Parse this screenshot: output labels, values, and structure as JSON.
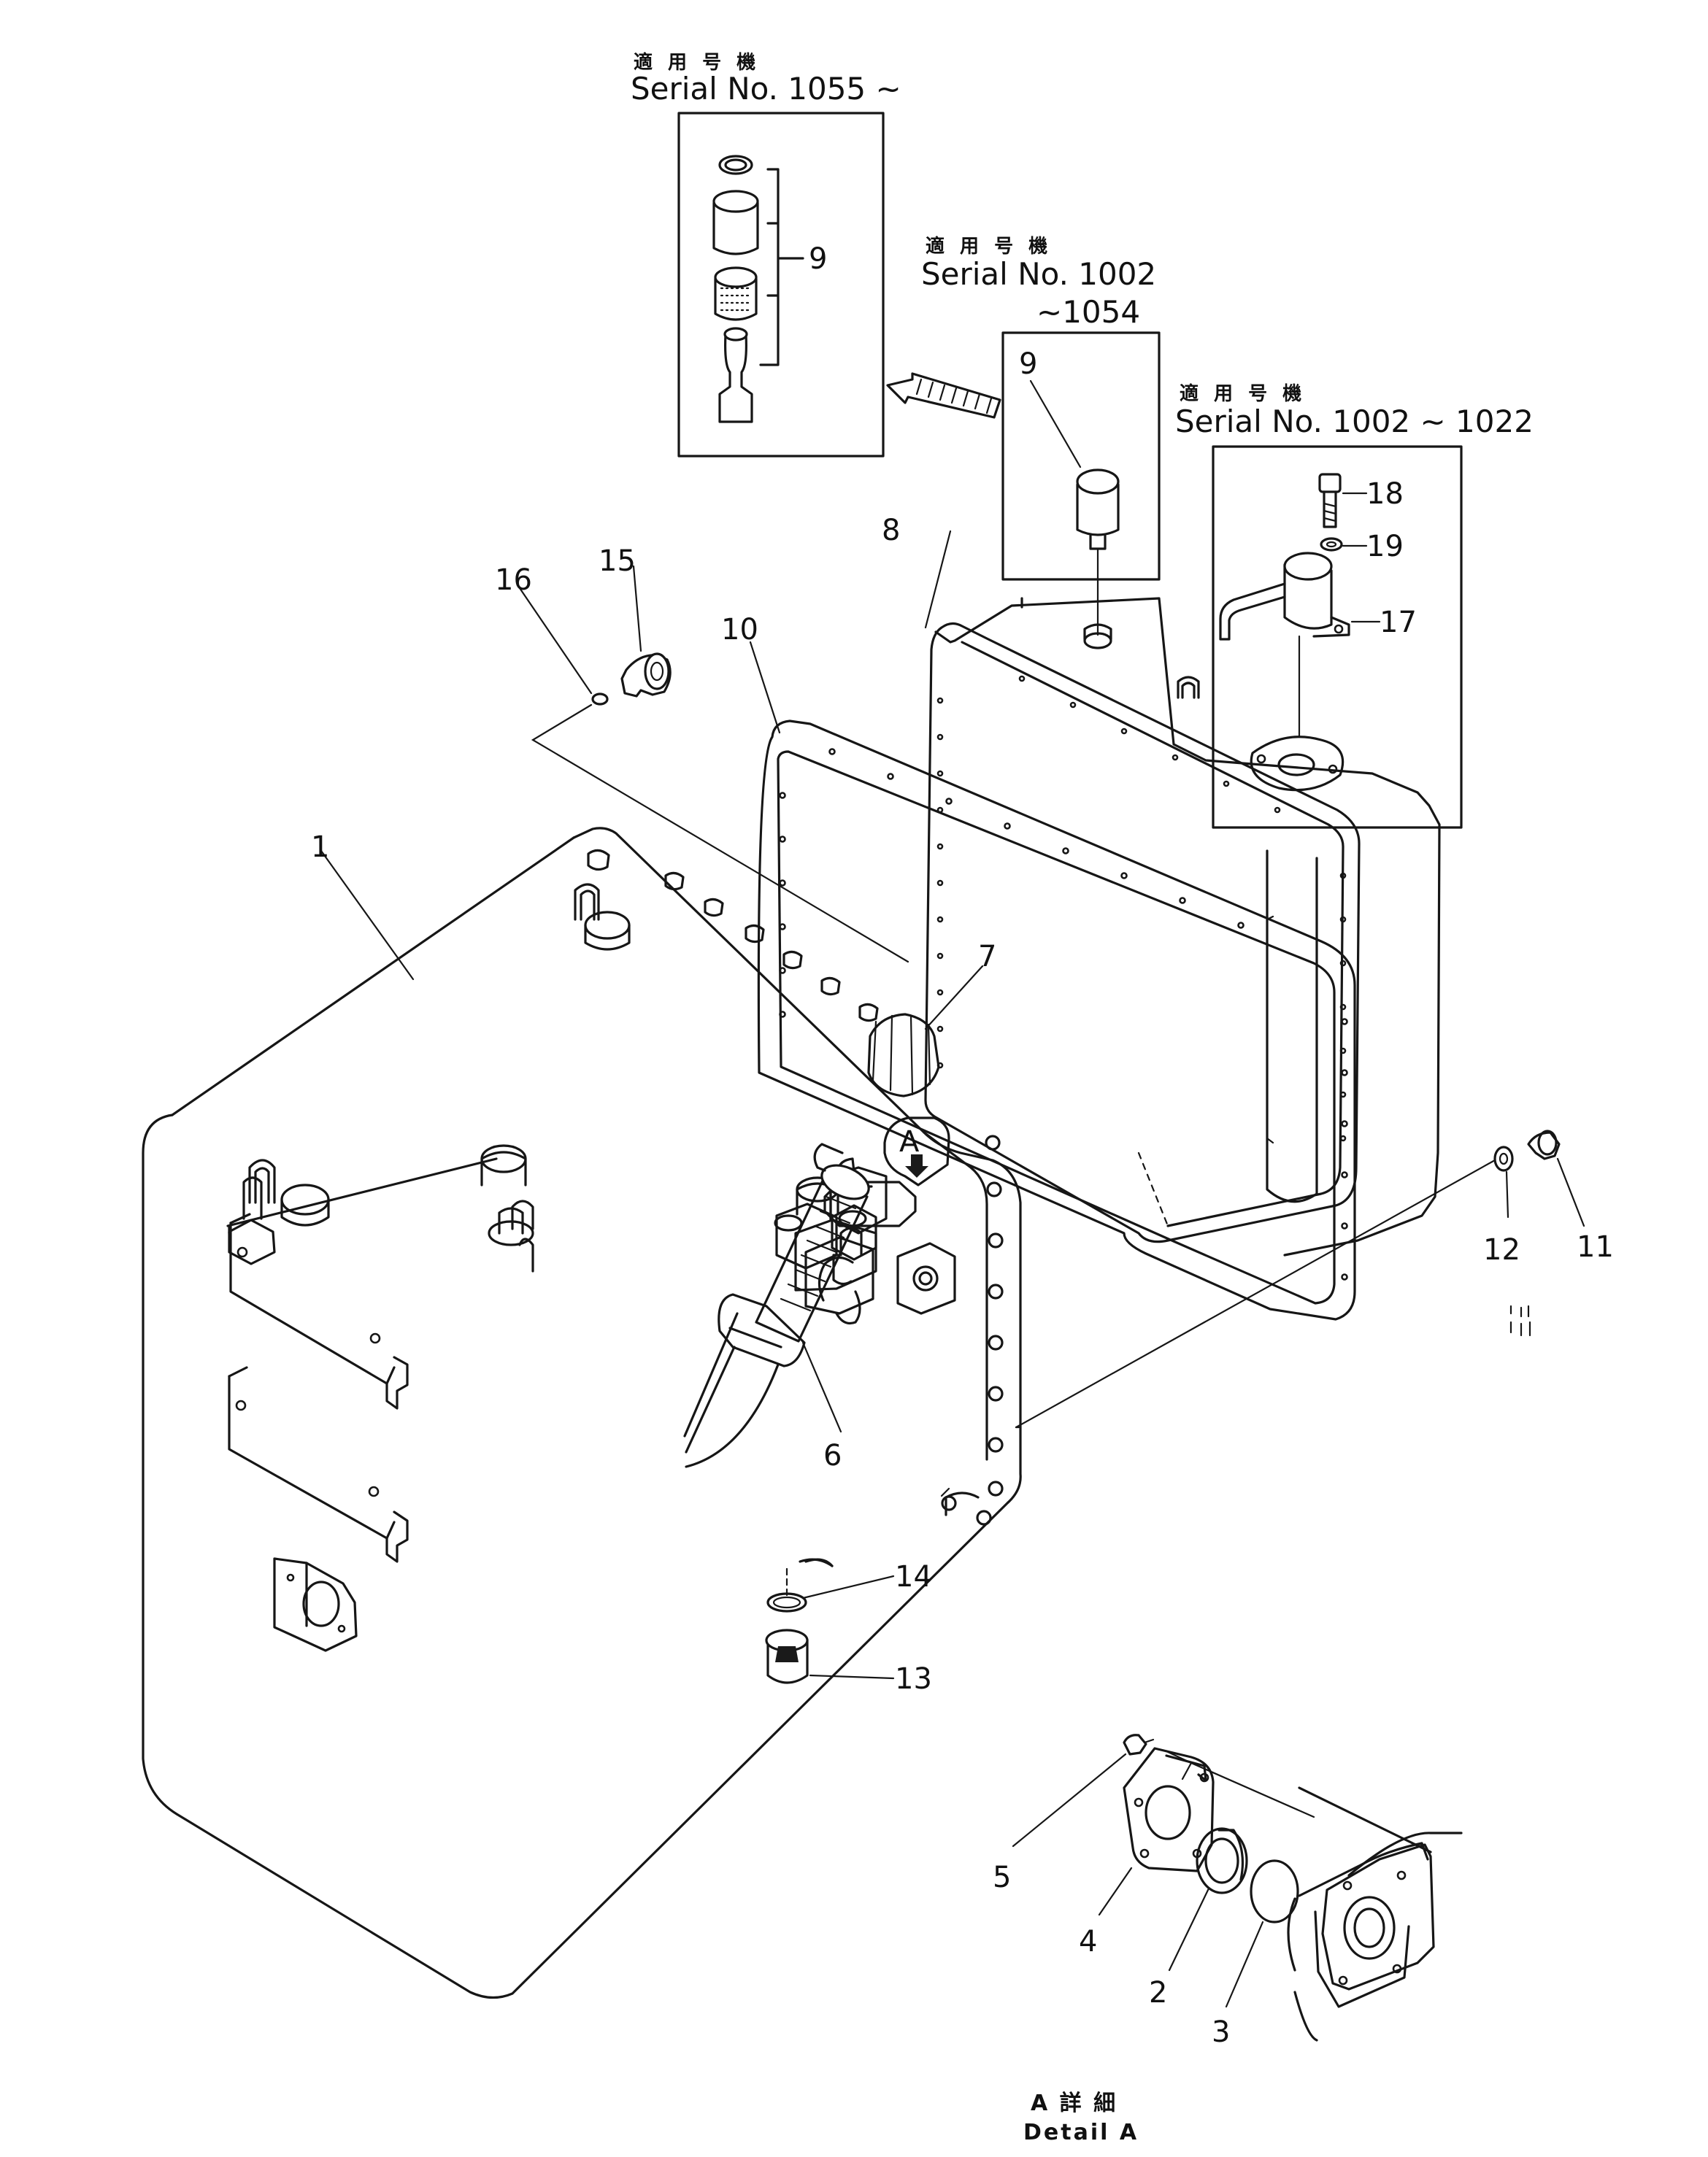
{
  "insets": {
    "inset_a": {
      "jp": "適 用 号 機",
      "serial": "Serial  No. 1055 ~"
    },
    "inset_b": {
      "jp": "適 用 号 機",
      "serial": "Serial  No. 1002",
      "serial2": "~1054"
    },
    "inset_c": {
      "jp": "適 用 号 機",
      "serial": "Serial  No. 1002 ~ 1022"
    }
  },
  "callouts": {
    "c1": "1",
    "c2": "2",
    "c3": "3",
    "c4": "4",
    "c5": "5",
    "c6": "6",
    "c7": "7",
    "c8": "8",
    "c9a": "9",
    "c9b": "9",
    "c10": "10",
    "c11": "11",
    "c12": "12",
    "c13": "13",
    "c14": "14",
    "c15": "15",
    "c16": "16",
    "c17": "17",
    "c18": "18",
    "c19": "19"
  },
  "detail": {
    "jp": "A 詳 細",
    "en": "Detail  A",
    "view_marker": "A"
  }
}
